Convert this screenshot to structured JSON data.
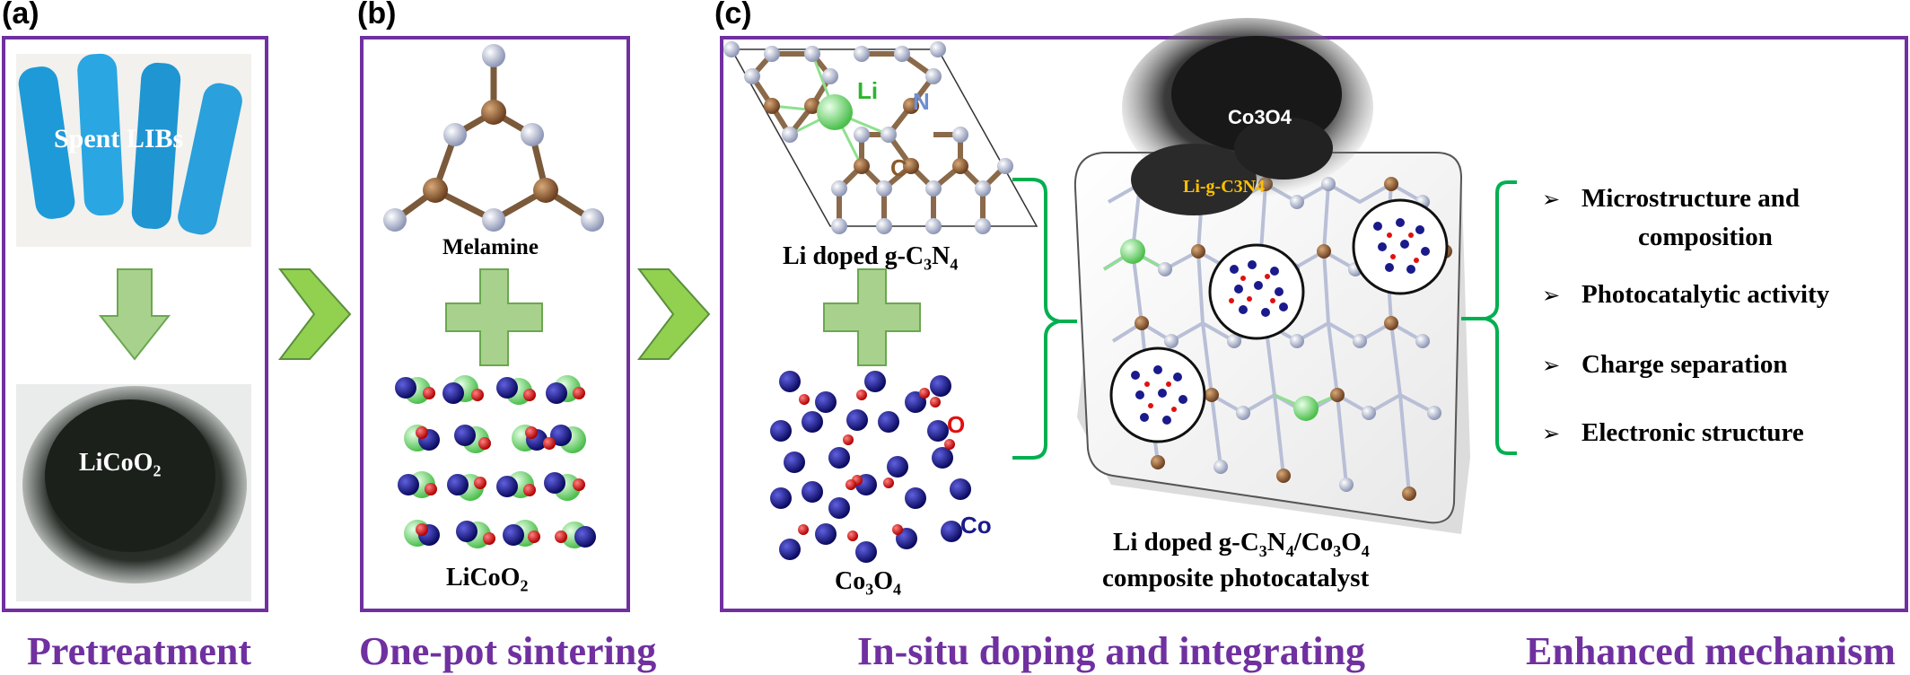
{
  "panels": {
    "a": "(a)",
    "b": "(b)",
    "c": "(c)"
  },
  "stages": [
    "Pretreatment",
    "One-pot sintering",
    "In-situ doping and integrating",
    "Enhanced mechanism"
  ],
  "panel_a": {
    "spent_label": "Spent LIBs",
    "powder_label": "LiCoO",
    "powder_sub": "2"
  },
  "panel_b": {
    "melamine_label": "Melamine",
    "licoo2_label": "LiCoO",
    "licoo2_sub": "2"
  },
  "panel_c": {
    "atom_li": "Li",
    "atom_n": "N",
    "atom_c": "C",
    "atom_o": "O",
    "atom_co": "Co",
    "doped_a": "Li doped g-C",
    "doped_sub1": "3",
    "doped_b": "N",
    "doped_sub2": "4",
    "co3o4_a": "Co",
    "co3o4_sub1": "3",
    "co3o4_b": "O",
    "co3o4_sub2": "4",
    "tem_co3o4": "Co3O4",
    "tem_ligcn": "Li-g-C3N4",
    "comp_a": "Li doped g-C",
    "comp_s1": "3",
    "comp_b": "N",
    "comp_s2": "4",
    "comp_c": "/Co",
    "comp_s3": "3",
    "comp_d": "O",
    "comp_s4": "4",
    "comp_line2": "composite photocatalyst"
  },
  "mechanism": [
    "Microstructure and",
    "composition",
    "Photocatalytic activity",
    "Charge separation",
    "Electronic structure"
  ],
  "colors": {
    "frame": "#7030a0",
    "arrow_green": "#92d050",
    "chevron": "#92d050",
    "brace": "#00b050",
    "li": "#7fe07f",
    "n": "#b8bfd6",
    "c": "#8b5a2b",
    "o": "#e01010",
    "co": "#1a1a8c"
  }
}
